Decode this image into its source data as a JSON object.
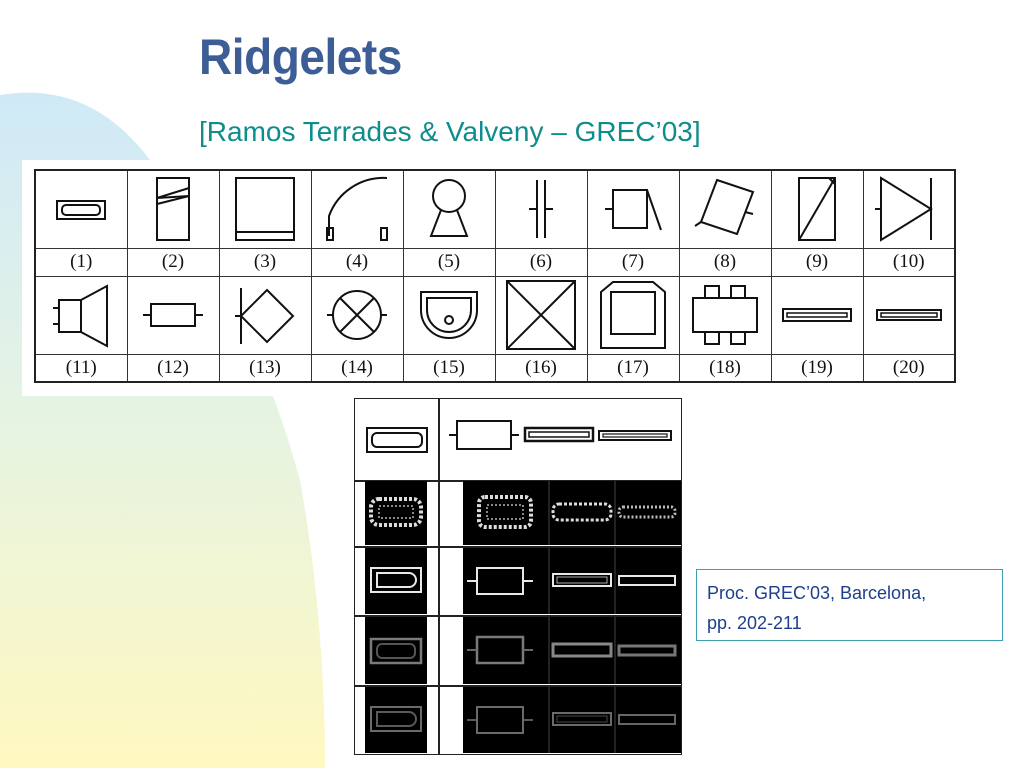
{
  "slide": {
    "title": "Ridgelets",
    "subtitle": "[Ramos Terrades & Valveny – GREC’03]"
  },
  "symbols": {
    "row1_labels": [
      "(1)",
      "(2)",
      "(3)",
      "(4)",
      "(5)",
      "(6)",
      "(7)",
      "(8)",
      "(9)",
      "(10)"
    ],
    "row2_labels": [
      "(11)",
      "(12)",
      "(13)",
      "(14)",
      "(15)",
      "(16)",
      "(17)",
      "(18)",
      "(19)",
      "(20)"
    ]
  },
  "citation": {
    "line1": "Proc. GREC’03, Barcelona,",
    "line2": "pp. 202-211"
  },
  "colors": {
    "title": "#3c5d96",
    "subtitle": "#0f8c8c",
    "citation_text": "#1d3f8c",
    "citation_border": "#3aa0b0",
    "background_shape_top": "#cfe9f7",
    "background_shape_bottom": "#fff8c0"
  }
}
